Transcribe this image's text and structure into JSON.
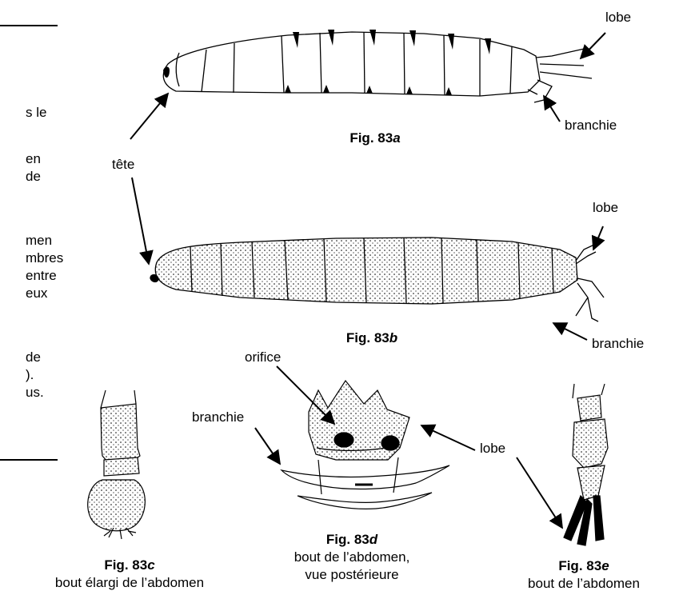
{
  "side_text": {
    "line1": "s le",
    "line2": "en",
    "line3": "de",
    "line4": "men",
    "line5": "mbres",
    "line6": "entre",
    "line7": "eux",
    "line8": "de",
    "line9": ").",
    "line10": "us."
  },
  "labels": {
    "tete": "tête",
    "lobe_a": "lobe",
    "branchie_a": "branchie",
    "lobe_b": "lobe",
    "branchie_b": "branchie",
    "orifice": "orifice",
    "branchie_d": "branchie",
    "lobe_de": "lobe"
  },
  "captions": {
    "fig_a": {
      "prefix": "Fig. 83",
      "letter": "a"
    },
    "fig_b": {
      "prefix": "Fig. 83",
      "letter": "b"
    },
    "fig_c": {
      "prefix": "Fig. 83",
      "letter": "c",
      "desc1": "bout élargi de l’abdomen"
    },
    "fig_d": {
      "prefix": "Fig. 83",
      "letter": "d",
      "desc1": "bout de l’abdomen,",
      "desc2": "vue postérieure"
    },
    "fig_e": {
      "prefix": "Fig. 83",
      "letter": "e",
      "desc1": "bout de l’abdomen"
    }
  }
}
